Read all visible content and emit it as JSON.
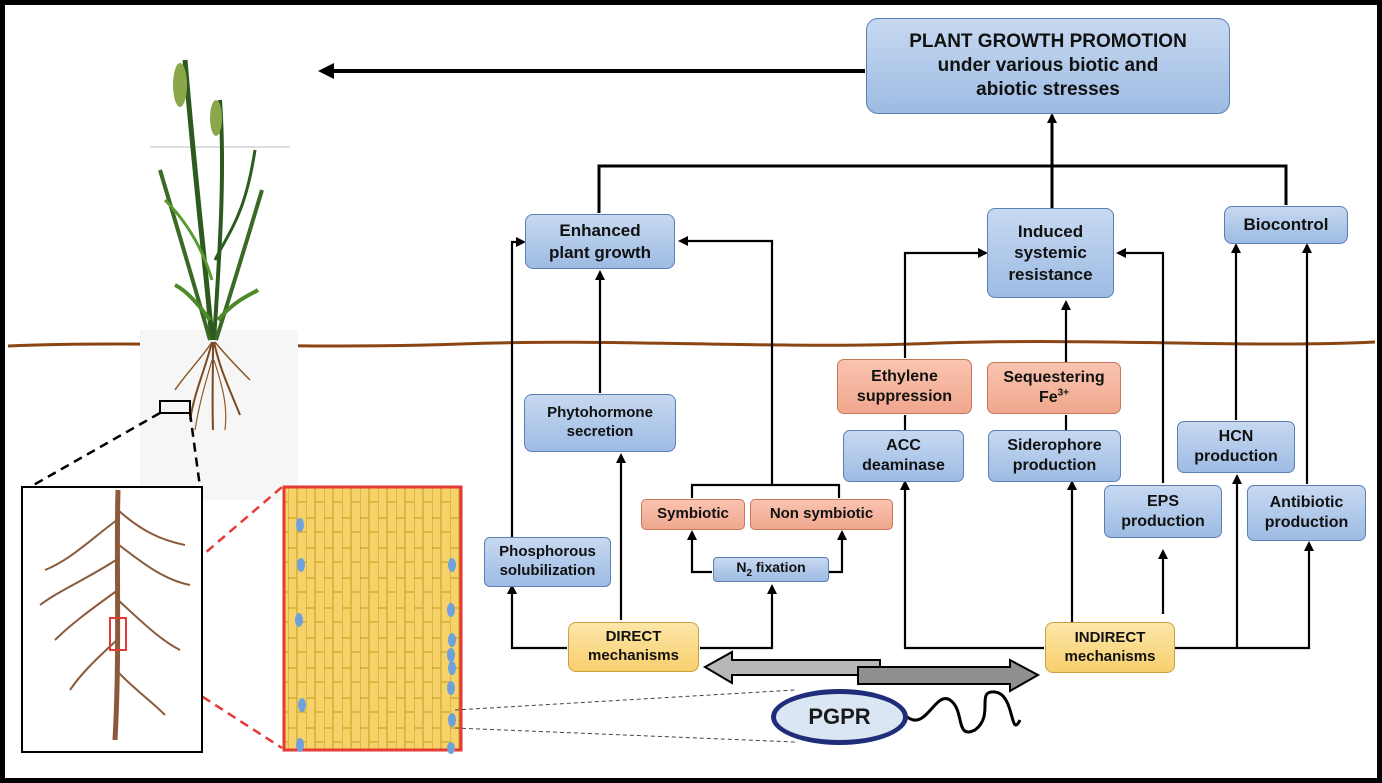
{
  "main": {
    "title": "PLANT GROWTH PROMOTION",
    "subtitle_1": "under various biotic and",
    "subtitle_2": "abiotic stresses"
  },
  "effects": {
    "enhanced_1": "Enhanced",
    "enhanced_2": "plant  growth",
    "isr_1": "Induced",
    "isr_2": "systemic",
    "isr_3": "resistance",
    "biocontrol": "Biocontrol"
  },
  "direct": {
    "phyto_1": "Phytohormone",
    "phyto_2": "secretion",
    "phos_1": "Phosphorous",
    "phos_2": "solubilization",
    "symbiotic": "Symbiotic",
    "nonsymbiotic": "Non symbiotic",
    "n2_prefix": "N",
    "n2_sub": "2",
    "n2_suffix": " fixation",
    "mech_1": "DIRECT",
    "mech_2": "mechanisms"
  },
  "indirect": {
    "ethylene_1": "Ethylene",
    "ethylene_2": "suppression",
    "seq_1": "Sequestering",
    "seq_2": "Fe",
    "seq_sup": "3+",
    "acc_1": "ACC",
    "acc_2": "deaminase",
    "sid_1": "Siderophore",
    "sid_2": "production",
    "hcn_1": "HCN",
    "hcn_2": "production",
    "eps_1": "EPS",
    "eps_2": "production",
    "anti_1": "Antibiotic",
    "anti_2": "production",
    "mech_1": "INDIRECT",
    "mech_2": "mechanisms"
  },
  "pgpr": "PGPR",
  "colors": {
    "blue_box": "#a9c4e8",
    "salmon_box": "#f4b39b",
    "yellow_box": "#fad98a",
    "soil_line": "#8b4513",
    "pgpr_border": "#1f2d7a",
    "zoom_red": "#e53935"
  }
}
